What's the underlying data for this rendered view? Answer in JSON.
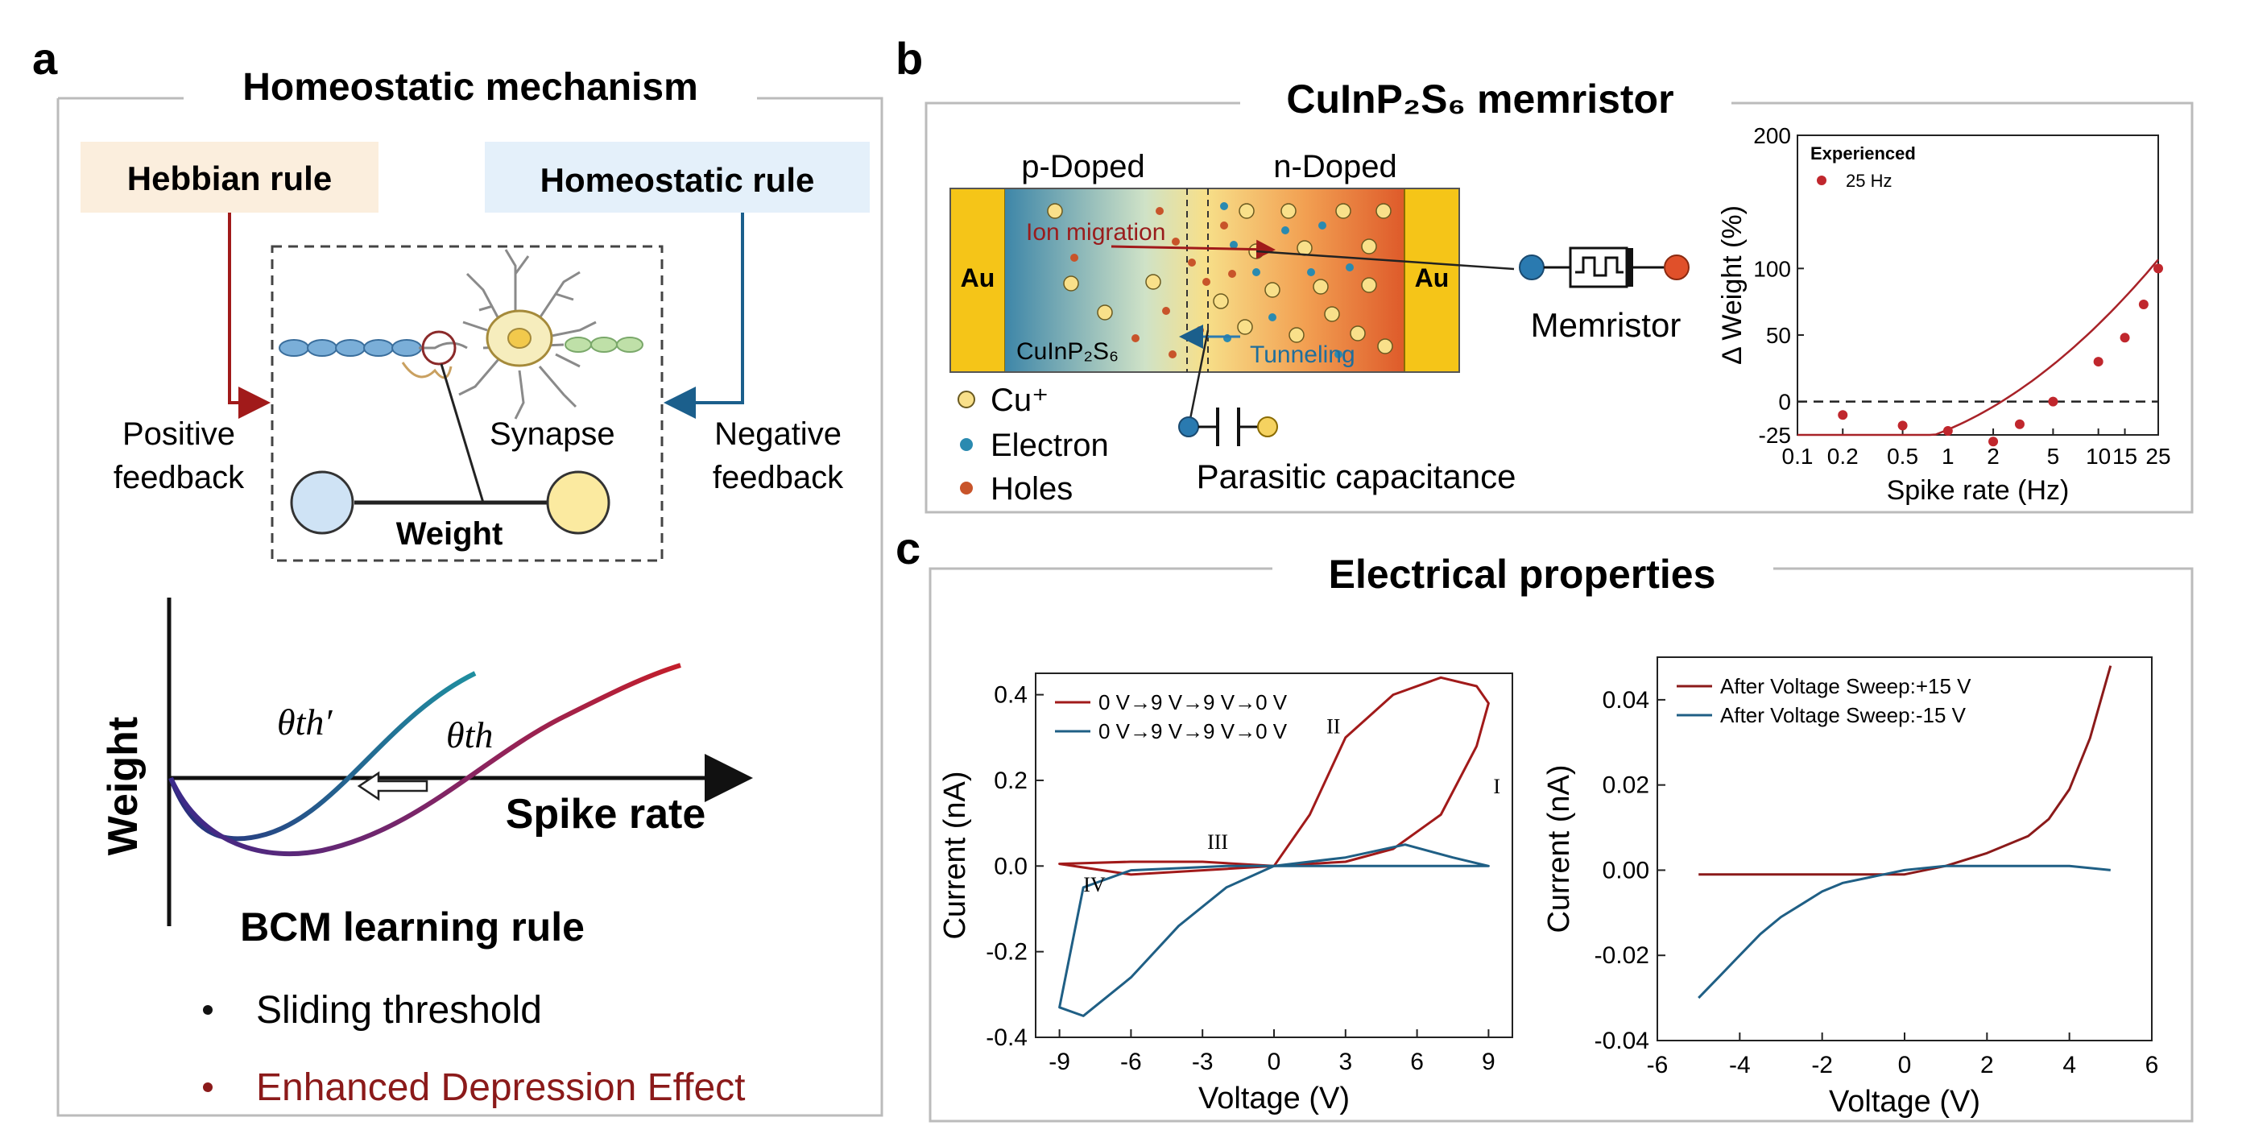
{
  "panel_a": {
    "letter": "a",
    "title": "Homeostatic mechanism",
    "hebbian_label": "Hebbian rule",
    "homeostatic_label": "Homeostatic rule",
    "positive_line1": "Positive",
    "positive_line2": "feedback",
    "negative_line1": "Negative",
    "negative_line2": "feedback",
    "synapse_label": "Synapse",
    "weight_label": "Weight",
    "bcm_ylabel": "Weight",
    "bcm_xlabel": "Spike rate",
    "theta_prime": "θth′",
    "theta": "θth",
    "bcm_title": "BCM learning rule",
    "bullet1": "Sliding threshold",
    "bullet2": "Enhanced Depression Effect",
    "colors": {
      "hebbian_bg": "#fbeedd",
      "homeostatic_bg": "#e4f0fa",
      "hebbian_arrow": "#a11a1a",
      "homeostatic_arrow": "#1b5f8c",
      "bullet2": "#8b1a1a",
      "curve_teal": "#1f7f91",
      "curve_red": "#b51c2a"
    }
  },
  "panel_b": {
    "letter": "b",
    "title": "CuInP₂S₆ memristor",
    "p_doped": "p-Doped",
    "n_doped": "n-Doped",
    "au_left": "Au",
    "au_right": "Au",
    "ion_migration": "Ion migration",
    "tunneling": "Tunneling",
    "material": "CuInP₂S₆",
    "legend_cu": "Cu⁺",
    "legend_electron": "Electron",
    "legend_holes": "Holes",
    "memristor_label": "Memristor",
    "parasitic": "Parasitic capacitance",
    "icons": [
      "memristor-symbol-icon",
      "capacitor-symbol-icon"
    ]
  },
  "panel_c": {
    "letter": "c",
    "title": "Electrical properties",
    "hysteresis_labels": [
      "I",
      "II",
      "III",
      "IV"
    ]
  },
  "chart_data": [
    {
      "type": "scatter",
      "title": "",
      "xlabel": "Spike rate (Hz)",
      "ylabel": "Δ Weight (%)",
      "x_scale": "log",
      "xlim": [
        0.1,
        25
      ],
      "ylim": [
        -25,
        200
      ],
      "xticks": [
        "0.1",
        "0.2",
        "0.5",
        "1",
        "2",
        "5",
        "10",
        "15",
        "25"
      ],
      "yticks": [
        "-25",
        "0",
        "50",
        "100",
        "200"
      ],
      "legend_title": "Experienced",
      "series": [
        {
          "name": "25 Hz",
          "color": "#c0272d",
          "x": [
            0.2,
            0.5,
            1,
            2,
            3,
            5,
            10,
            15,
            20,
            25
          ],
          "y": [
            -10,
            -18,
            -22,
            -30,
            -17,
            0,
            30,
            48,
            73,
            100
          ]
        }
      ],
      "fit_curve_color": "#a82228",
      "reference_line": 0
    },
    {
      "type": "line",
      "xlabel": "Voltage (V)",
      "ylabel": "Current (nA)",
      "xlim": [
        -10,
        10
      ],
      "ylim": [
        -0.4,
        0.45
      ],
      "xticks": [
        "-9",
        "-6",
        "-3",
        "0",
        "3",
        "6",
        "9"
      ],
      "yticks": [
        "-0.4",
        "-0.2",
        "0.0",
        "0.2",
        "0.4"
      ],
      "series": [
        {
          "name": "0 V→9 V→9 V→0 V",
          "color": "#a11a1a",
          "x": [
            0,
            3,
            5,
            7,
            8.5,
            9,
            8.5,
            7,
            5,
            3,
            1.5,
            0,
            -3,
            -6,
            -9,
            -6,
            -3,
            0
          ],
          "y": [
            0,
            0.01,
            0.04,
            0.12,
            0.28,
            0.38,
            0.42,
            0.44,
            0.4,
            0.3,
            0.12,
            0,
            0.01,
            0.01,
            0.005,
            -0.02,
            -0.01,
            0
          ]
        },
        {
          "name": "0 V→9 V→9 V→0 V",
          "color": "#1f5f85",
          "x": [
            0,
            3,
            5.5,
            7.5,
            9,
            7,
            5,
            3,
            1,
            0,
            -2,
            -4,
            -6,
            -8,
            -9,
            -8,
            -6,
            -4,
            -2,
            0
          ],
          "y": [
            0,
            0.02,
            0.05,
            0.02,
            0,
            0,
            0,
            0,
            0,
            0,
            -0.05,
            -0.14,
            -0.26,
            -0.35,
            -0.33,
            -0.05,
            -0.01,
            -0.005,
            0,
            0
          ]
        }
      ]
    },
    {
      "type": "line",
      "xlabel": "Voltage (V)",
      "ylabel": "Current (nA)",
      "xlim": [
        -6,
        6
      ],
      "ylim": [
        -0.04,
        0.05
      ],
      "xticks": [
        "-6",
        "-4",
        "-2",
        "0",
        "2",
        "4",
        "6"
      ],
      "yticks": [
        "-0.04",
        "-0.02",
        "0.00",
        "0.02",
        "0.04"
      ],
      "series": [
        {
          "name": "After Voltage Sweep:+15 V",
          "color": "#8b1a1a",
          "x": [
            -5,
            -4,
            -3,
            -2,
            -1,
            0,
            1,
            2,
            3,
            3.5,
            4,
            4.5,
            5
          ],
          "y": [
            -0.001,
            -0.001,
            -0.001,
            -0.001,
            -0.001,
            -0.001,
            0.001,
            0.004,
            0.008,
            0.012,
            0.019,
            0.031,
            0.048
          ]
        },
        {
          "name": "After Voltage Sweep:-15 V",
          "color": "#1f5f85",
          "x": [
            -5,
            -4.5,
            -4,
            -3.5,
            -3,
            -2.5,
            -2,
            -1.5,
            -1,
            -0.5,
            0,
            1,
            2,
            3,
            4,
            5
          ],
          "y": [
            -0.03,
            -0.025,
            -0.02,
            -0.015,
            -0.011,
            -0.008,
            -0.005,
            -0.003,
            -0.002,
            -0.001,
            0,
            0.001,
            0.001,
            0.001,
            0.001,
            0
          ]
        }
      ]
    }
  ]
}
